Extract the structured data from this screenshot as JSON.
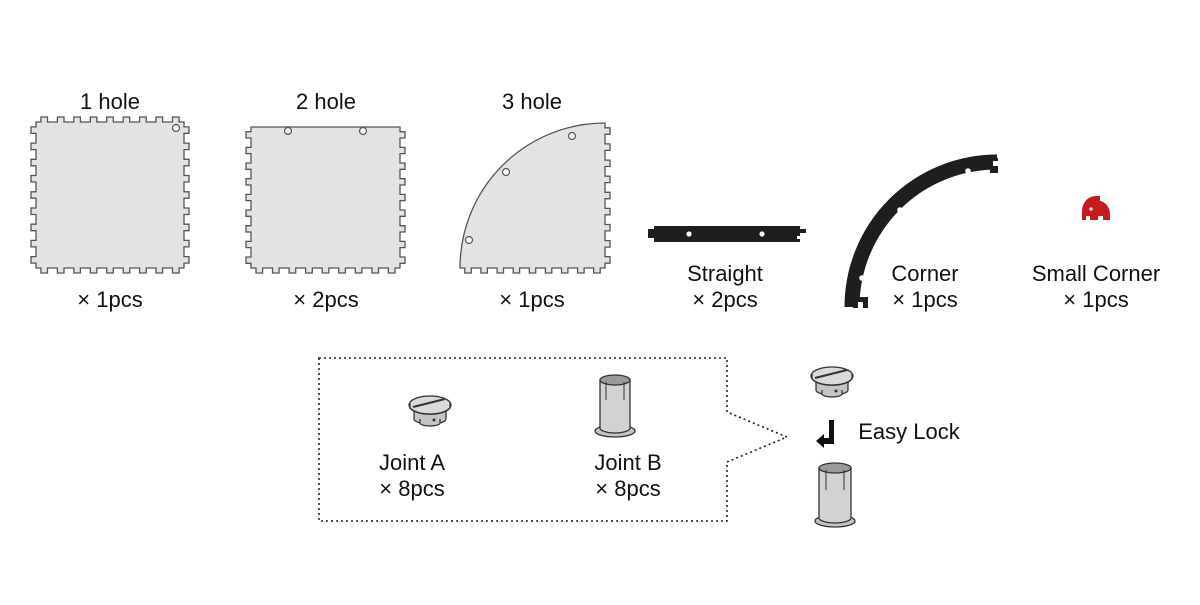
{
  "colors": {
    "tile_fill": "#e3e3e3",
    "tile_stroke": "#555555",
    "rail": "#1e1e1e",
    "accent": "#c8191e",
    "joint_metal": "#bdbdbd"
  },
  "parts": [
    {
      "key": "tile-1-hole",
      "title": "1 hole",
      "qty": "× 1pcs",
      "icon": "tile-square-icon"
    },
    {
      "key": "tile-2-hole",
      "title": "2 hole",
      "qty": "× 2pcs",
      "icon": "tile-square-icon"
    },
    {
      "key": "tile-3-hole",
      "title": "3 hole",
      "qty": "× 1pcs",
      "icon": "tile-quarter-icon"
    },
    {
      "key": "straight",
      "title": "Straight",
      "qty": "× 2pcs",
      "icon": "straight-rail-icon"
    },
    {
      "key": "corner",
      "title": "Corner",
      "qty": "× 1pcs",
      "icon": "corner-rail-icon"
    },
    {
      "key": "small-corner",
      "title": "Small Corner",
      "qty": "× 1pcs",
      "icon": "small-corner-icon"
    }
  ],
  "joints": [
    {
      "key": "joint-a",
      "title": "Joint A",
      "qty": "× 8pcs",
      "icon": "joint-a-icon"
    },
    {
      "key": "joint-b",
      "title": "Joint B",
      "qty": "× 8pcs",
      "icon": "joint-b-icon"
    }
  ],
  "easy_lock": {
    "label": "Easy Lock",
    "icon": "arrow-down-icon"
  }
}
